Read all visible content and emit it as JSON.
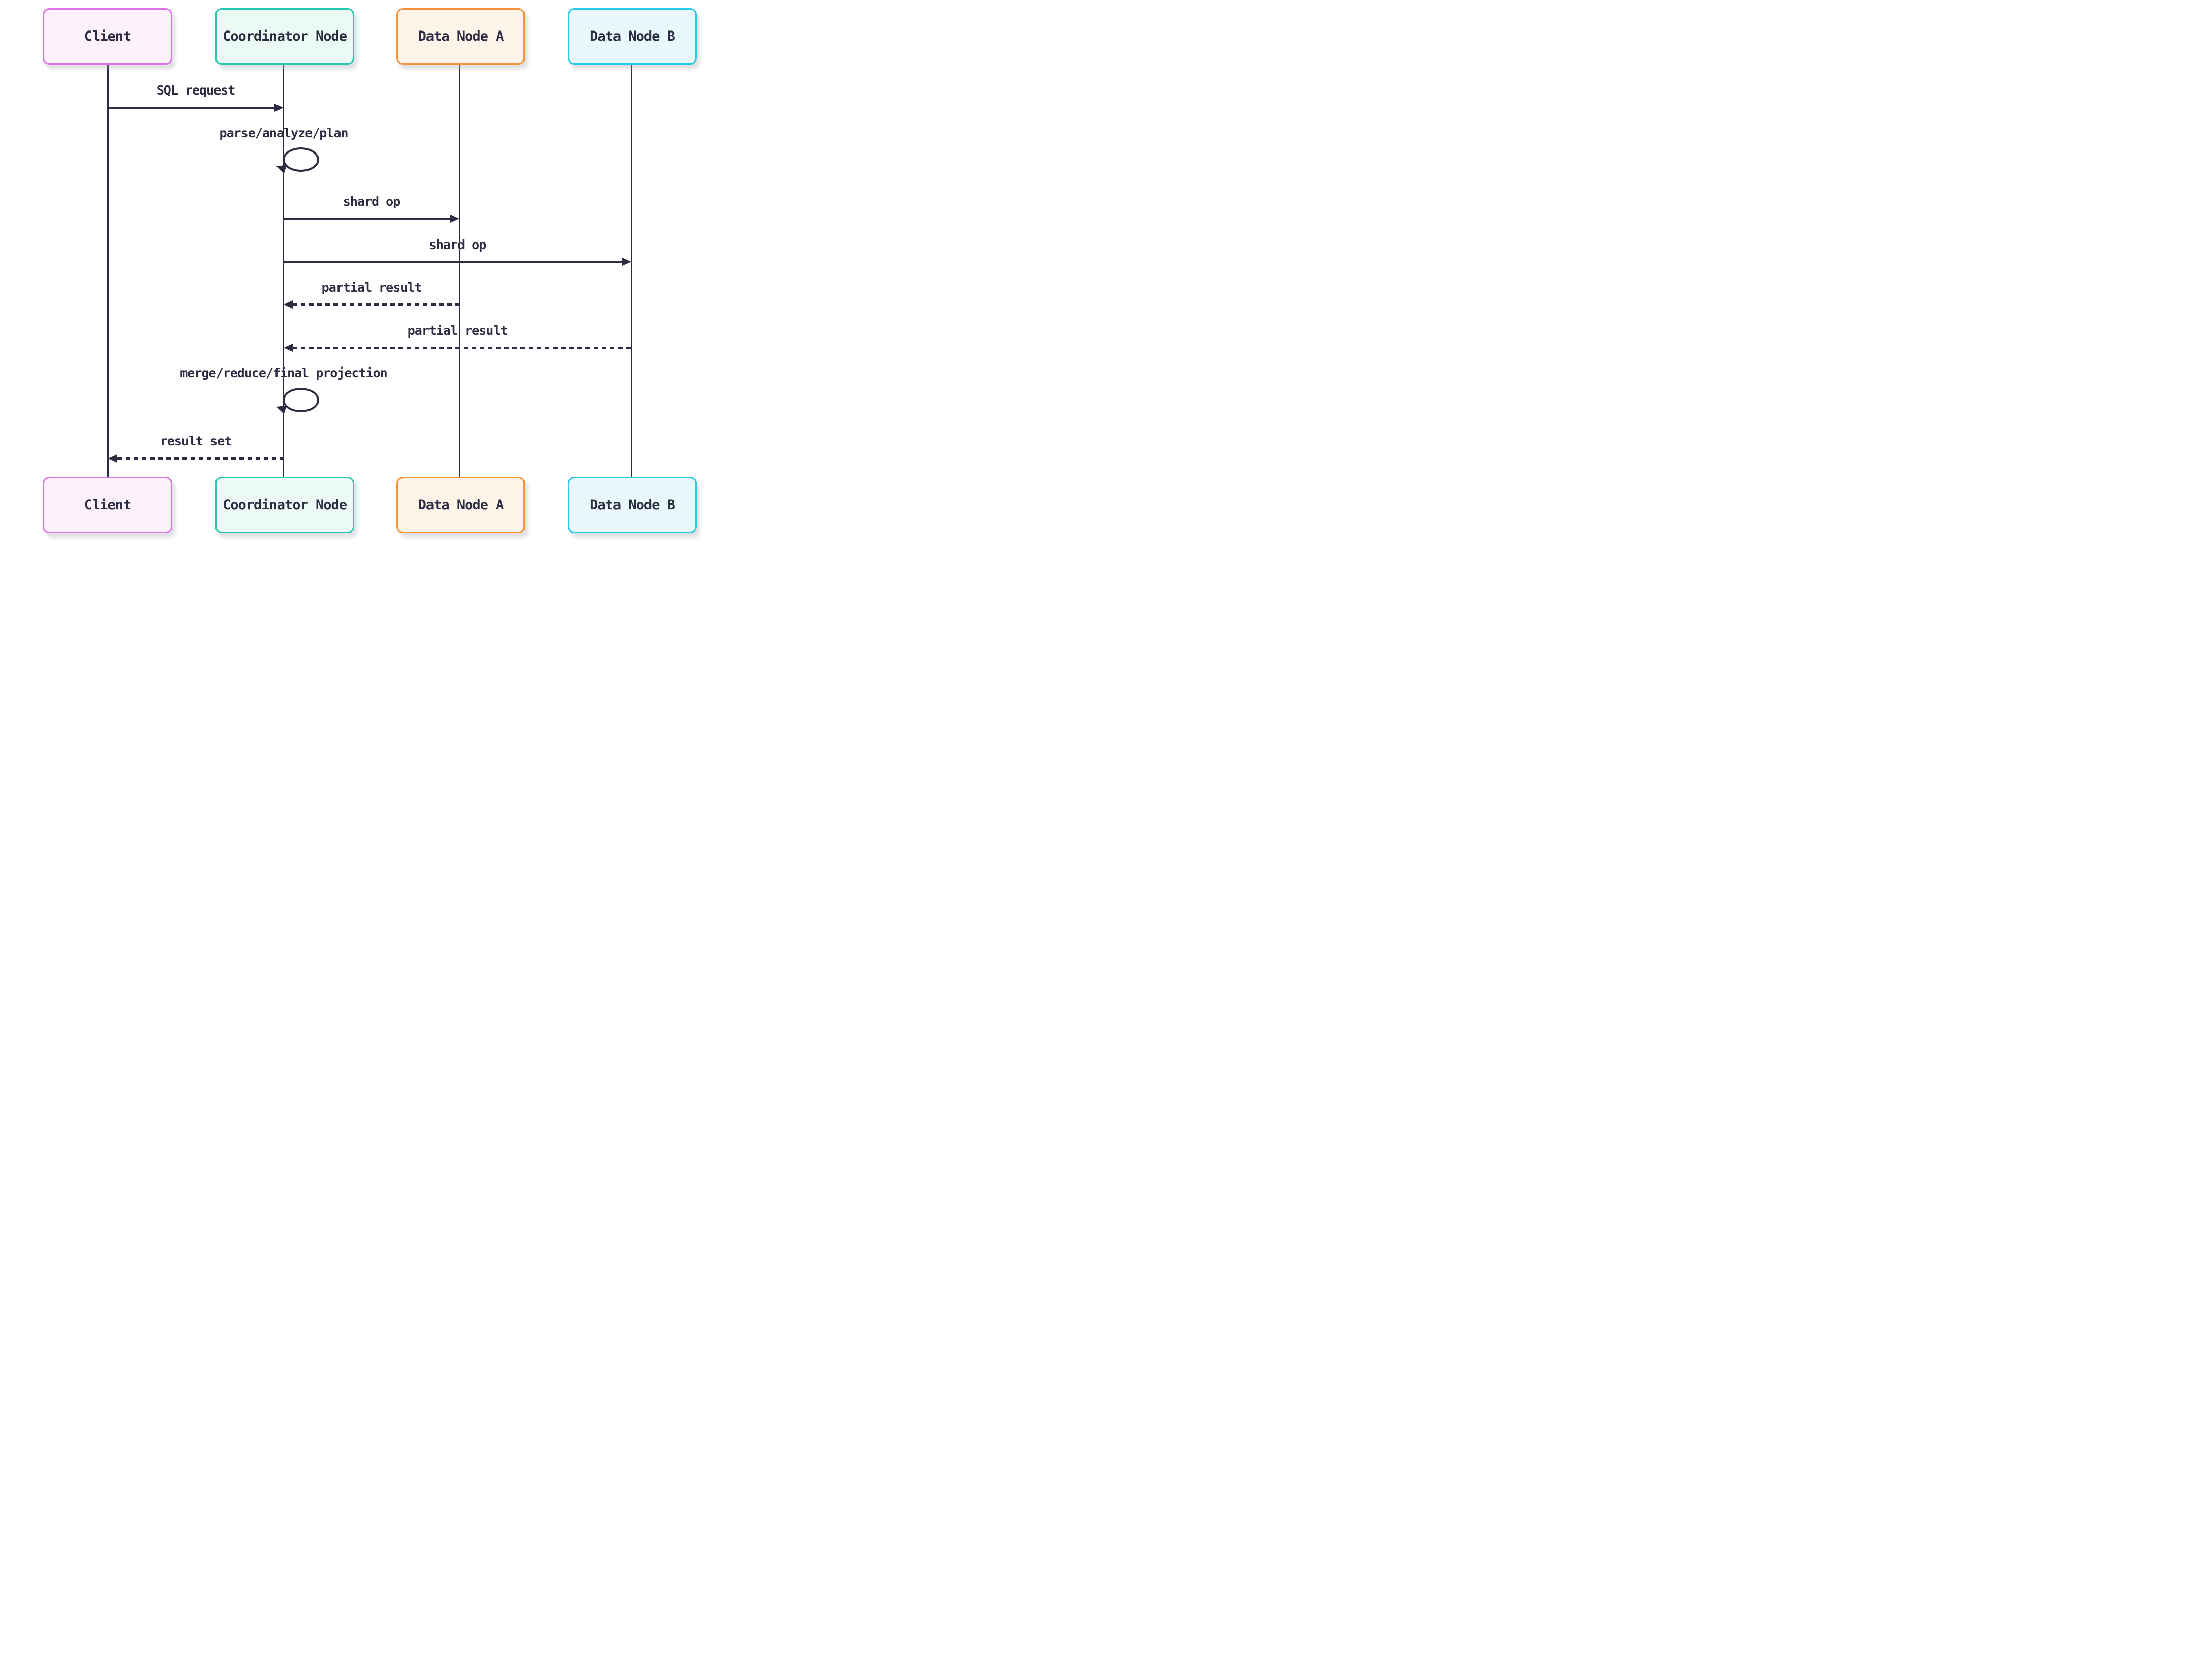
{
  "diagram": {
    "type": "sequence",
    "background": "#ffffff",
    "line_color": "#2c2c42",
    "text_color": "#2c2c42"
  },
  "actors": [
    {
      "id": "client",
      "label": "Client",
      "border": "#de74e8",
      "fill": "#fdf1fc"
    },
    {
      "id": "coordinator",
      "label": "Coordinator Node",
      "border": "#25c9ad",
      "fill": "#ebfaf5"
    },
    {
      "id": "data-node-a",
      "label": "Data Node A",
      "border": "#f79239",
      "fill": "#fdf3e8"
    },
    {
      "id": "data-node-b",
      "label": "Data Node B",
      "border": "#24cbe8",
      "fill": "#e8f8fd"
    }
  ],
  "messages": [
    {
      "from": "client",
      "to": "coordinator",
      "label": "SQL request",
      "style": "solid"
    },
    {
      "from": "coordinator",
      "to": "coordinator",
      "label": "parse/analyze/plan",
      "style": "self"
    },
    {
      "from": "coordinator",
      "to": "data-node-a",
      "label": "shard op",
      "style": "solid"
    },
    {
      "from": "coordinator",
      "to": "data-node-b",
      "label": "shard op",
      "style": "solid"
    },
    {
      "from": "data-node-a",
      "to": "coordinator",
      "label": "partial result",
      "style": "dotted"
    },
    {
      "from": "data-node-b",
      "to": "coordinator",
      "label": "partial result",
      "style": "dotted"
    },
    {
      "from": "coordinator",
      "to": "coordinator",
      "label": "merge/reduce/final projection",
      "style": "self"
    },
    {
      "from": "coordinator",
      "to": "client",
      "label": "result set",
      "style": "dotted"
    }
  ]
}
